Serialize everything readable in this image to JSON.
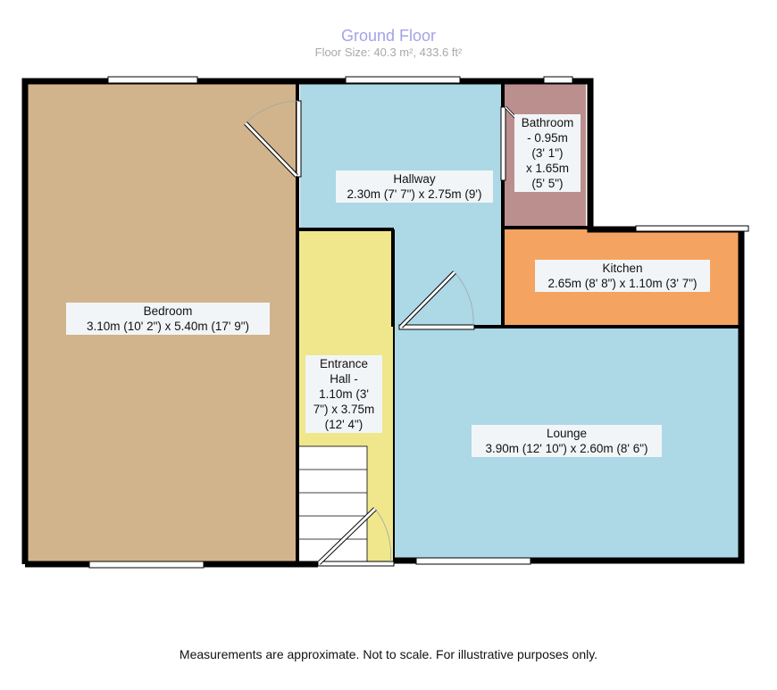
{
  "header": {
    "title": "Ground Floor",
    "floor_size": "Floor Size: 40.3 m², 433.6 ft²"
  },
  "rooms": {
    "bedroom": {
      "name": "Bedroom",
      "dims": "3.10m (10' 2\") x 5.40m (17' 9\")",
      "color": "#d2b48c"
    },
    "hallway": {
      "name": "Hallway",
      "dims": "2.30m (7' 7\") x 2.75m (9')",
      "color": "#add8e6"
    },
    "bathroom": {
      "lines": [
        "Bathroom",
        "- 0.95m",
        "(3' 1\")",
        "x 1.65m",
        "(5' 5\")"
      ],
      "color": "#bc8f8f"
    },
    "kitchen": {
      "name": "Kitchen",
      "dims": "2.65m (8' 8\") x 1.10m (3' 7\")",
      "color": "#f4a460"
    },
    "entrance_hall": {
      "lines": [
        "Entrance",
        "Hall -",
        "1.10m (3'",
        "7\") x 3.75m",
        "(12' 4\")"
      ],
      "color": "#f0e68c"
    },
    "lounge": {
      "name": "Lounge",
      "dims": "3.90m (12' 10\") x 2.60m (8' 6\")",
      "color": "#add8e6"
    }
  },
  "colors": {
    "wall": "#000000",
    "window": "#ffffff",
    "stairs": "#ffffff"
  },
  "footer": {
    "disclaimer": "Measurements are approximate. Not to scale. For illustrative purposes only."
  }
}
